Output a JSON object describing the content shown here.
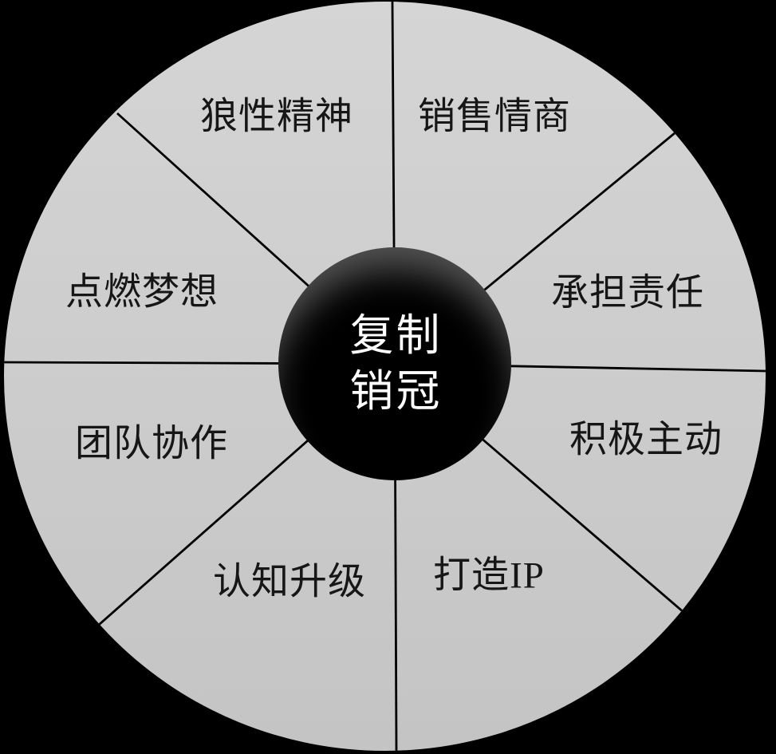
{
  "center": {
    "line1": "复制",
    "line2": "销冠"
  },
  "segments": [
    {
      "label": "销售情商"
    },
    {
      "label": "承担责任"
    },
    {
      "label": "积极主动"
    },
    {
      "label": "打造IP"
    },
    {
      "label": "认知升级"
    },
    {
      "label": "团队协作"
    },
    {
      "label": "点燃梦想"
    },
    {
      "label": "狼性精神"
    }
  ],
  "colors": {
    "background": "#000000",
    "wheel_fill_top": "#d5d5d5",
    "wheel_fill_bottom": "#c4c4c4",
    "divider_line": "#000000",
    "hub_fill": "#000000",
    "hub_highlight": "rgba(255,255,255,0.32)",
    "hub_text": "#ffffff",
    "label_text": "#161616"
  }
}
